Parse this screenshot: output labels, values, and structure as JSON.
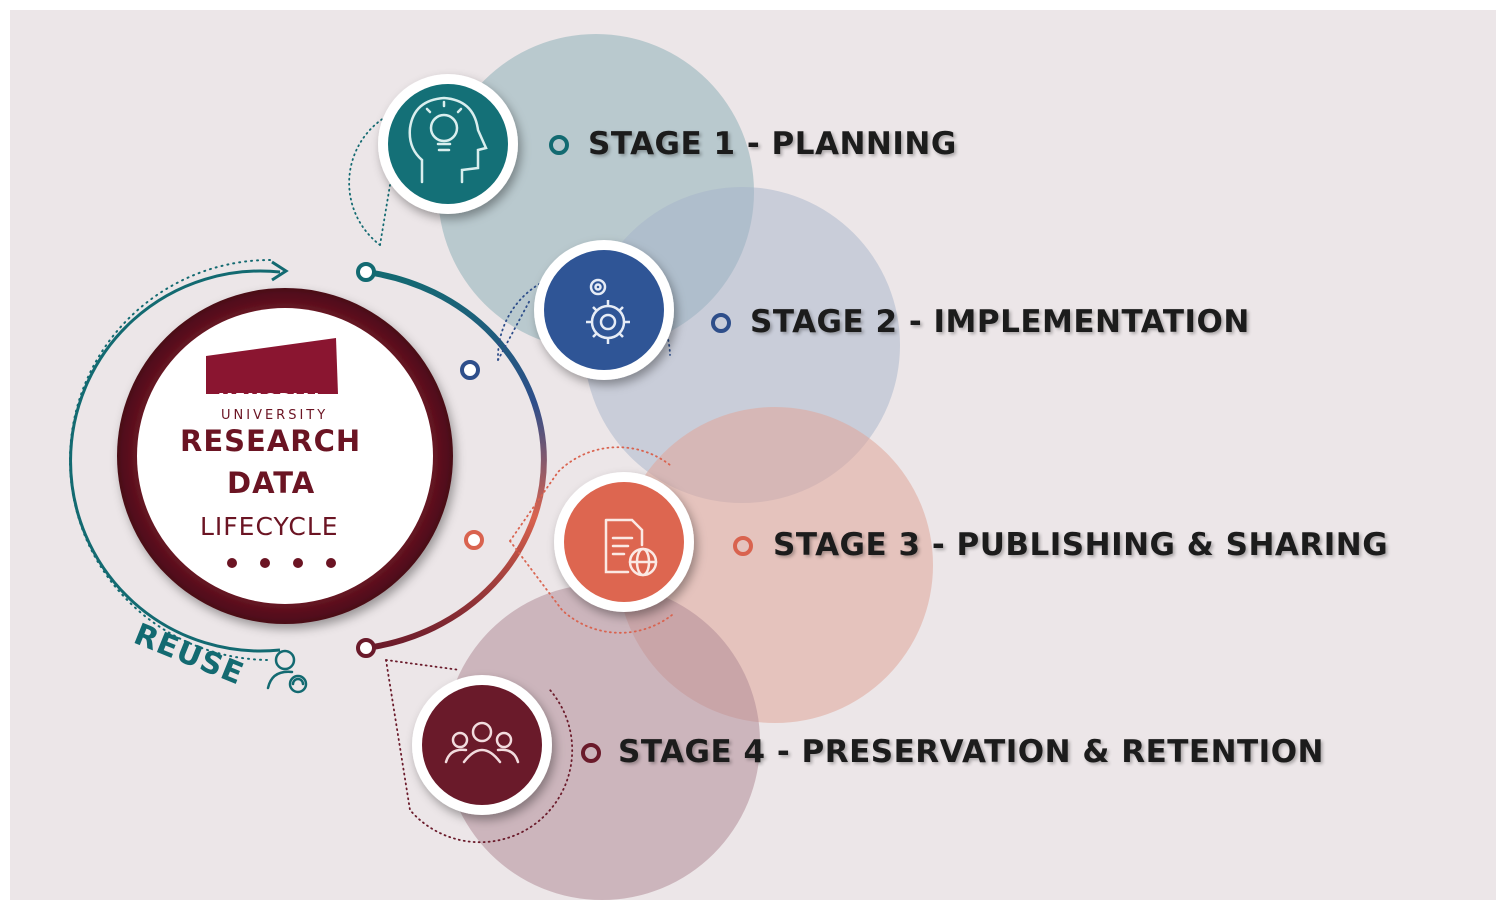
{
  "hub": {
    "logo_word": "MEMORIAL",
    "logo_sub": "UNIVERSITY",
    "title_line1": "RESEARCH",
    "title_line2": "DATA",
    "subtitle": "LIFECYCLE"
  },
  "reuse_label": "REUSE",
  "stages": [
    {
      "label": "STAGE 1 - PLANNING",
      "color": "#136a71",
      "icon": "lightbulb-head-icon"
    },
    {
      "label": "STAGE 2 - IMPLEMENTATION",
      "color": "#2e4e8a",
      "icon": "gears-icon"
    },
    {
      "label": "STAGE 3 - PUBLISHING & SHARING",
      "color": "#d9634f",
      "icon": "document-globe-icon"
    },
    {
      "label": "STAGE 4 - PRESERVATION & RETENTION",
      "color": "#6a1a2a",
      "icon": "people-group-icon"
    }
  ],
  "colors": {
    "background": "#ece6e8",
    "brand_maroon": "#6b1423",
    "teal": "#136a71"
  }
}
